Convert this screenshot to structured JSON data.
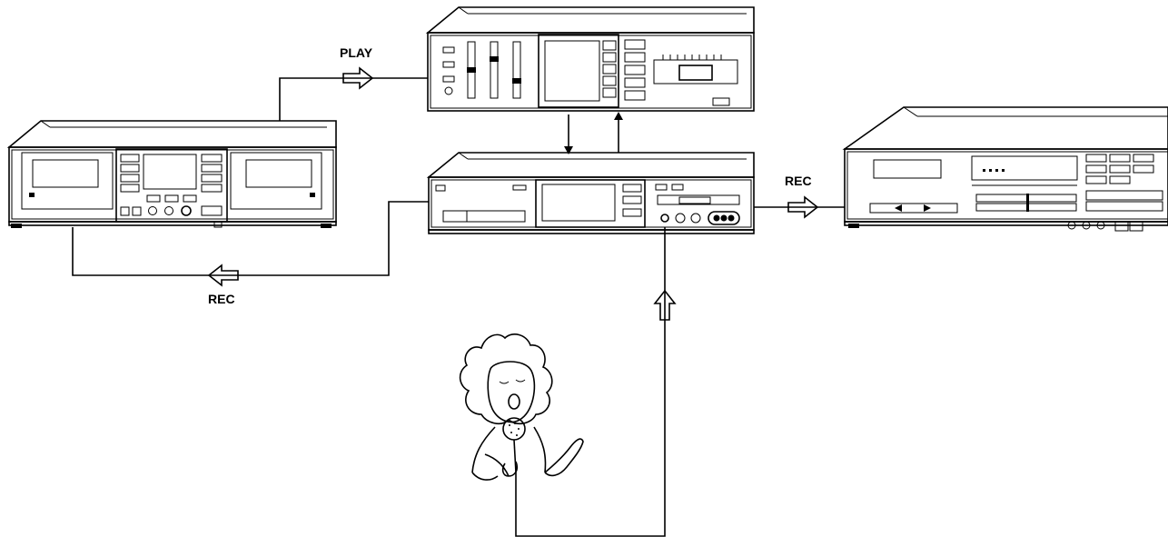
{
  "labels": {
    "play": "PLAY",
    "rec_left": "REC",
    "rec_right": "REC"
  },
  "colors": {
    "line": "#000000",
    "background": "#ffffff"
  },
  "devices": {
    "left": "double-cassette-deck",
    "top": "graphic-equalizer",
    "middle": "mixing-amplifier",
    "right": "video-cassette-recorder"
  },
  "figure": "singer-with-microphone"
}
